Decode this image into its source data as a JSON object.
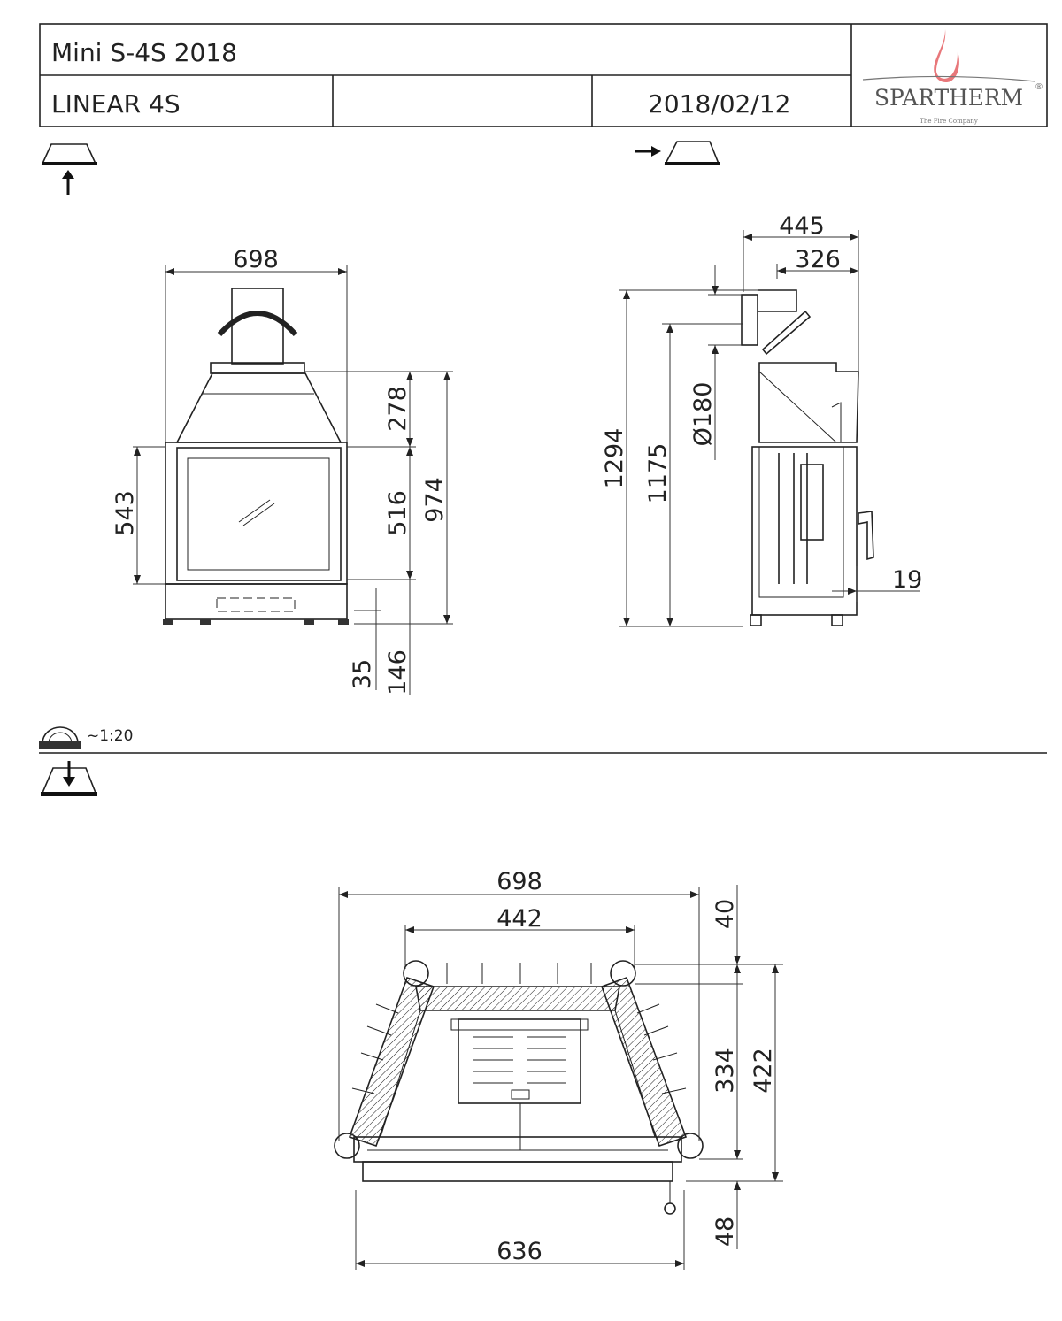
{
  "title_block": {
    "model": "Mini S-4S 2018",
    "series": "LINEAR 4S",
    "date": "2018/02/12",
    "logo": {
      "brand": "SPARTHERM",
      "tagline": "The Fire Company",
      "registered": "®",
      "flame_color": "#e8777a"
    }
  },
  "scale": "~1:20",
  "front_view": {
    "width": "698",
    "hood": "278",
    "door": "516",
    "total": "974",
    "opening": "543",
    "foot": "35",
    "base": "146"
  },
  "side_view": {
    "depth": "445",
    "inner": "326",
    "total": "1294",
    "flue": "1175",
    "flue_dia": "Ø180",
    "handle": "19"
  },
  "plan_view": {
    "width": "698",
    "back": "442",
    "rear": "40",
    "depth": "334",
    "total_depth": "422",
    "front": "48",
    "front_width": "636"
  }
}
